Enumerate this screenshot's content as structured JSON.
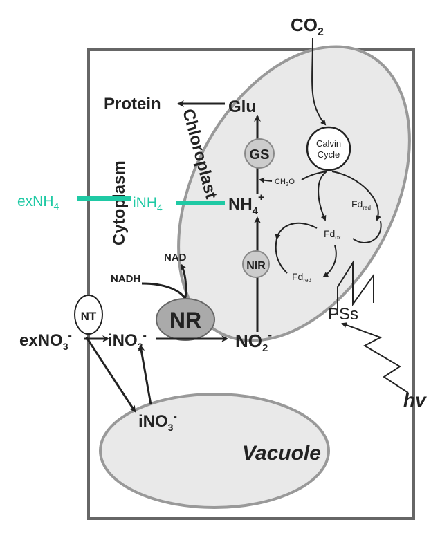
{
  "labels": {
    "co2": "CO",
    "co2_sub": "2",
    "protein": "Protein",
    "glu": "Glu",
    "chloroplast": "Chloroplast",
    "cytoplasm": "Cytoplasm",
    "gs": "GS",
    "calvin_1": "Calvin",
    "calvin_2": "Cycle",
    "ch2o": "CH",
    "ch2o_sub": "2",
    "ch2o_end": "O",
    "fd_red_1": "Fd",
    "fd_red_1_sub": "red",
    "fd_ox": "Fd",
    "fd_ox_sub": "ox",
    "fd_red_2": "Fd",
    "fd_red_2_sub": "red",
    "nh4": "NH",
    "nh4_sub": "4",
    "nh4_sup": "+",
    "ex_nh4": "exNH",
    "ex_nh4_sub": "4",
    "i_nh4": "iNH",
    "i_nh4_sub": "4",
    "nir": "NIR",
    "nad": "NAD",
    "nadh": "NADH",
    "nr": "NR",
    "nt": "NT",
    "ex_no3": "exNO",
    "ex_no3_sub": "3",
    "ex_no3_sup": "-",
    "i_no3": "iNO",
    "i_no3_sub": "3",
    "i_no3_sup": "-",
    "no2": "NO",
    "no2_sub": "2",
    "no2_sup": "-",
    "vac_no3": "iNO",
    "vac_no3_sub": "3",
    "vac_no3_sup": "-",
    "pss": "PSs",
    "hv": "hv",
    "vacuole": "Vacuole"
  },
  "colors": {
    "ammonium_highlight": "#1fc9a4"
  }
}
